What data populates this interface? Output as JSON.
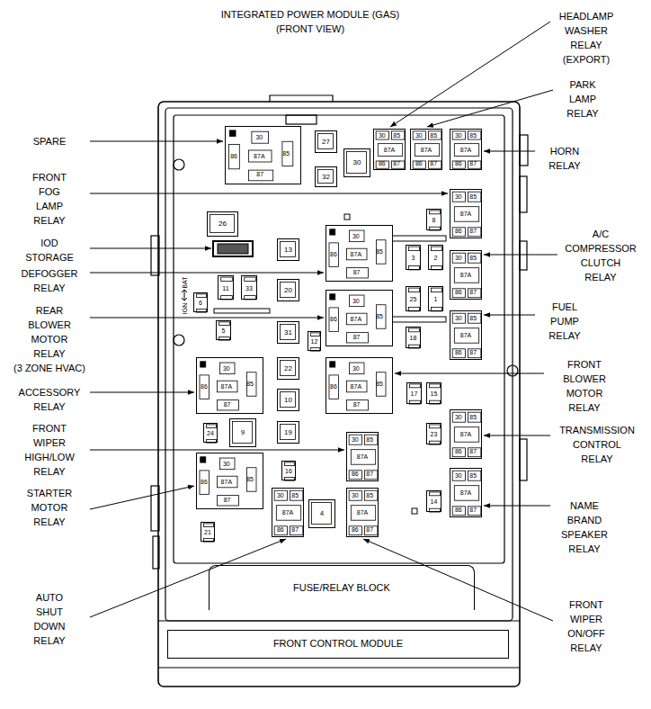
{
  "diagram": {
    "title": "INTEGRATED POWER MODULE (GAS) (FRONT VIEW)",
    "nodes": [
      {
        "text": [
          "30",
          "86",
          "87A",
          "85",
          "87"
        ]
      },
      {
        "text": [
          "27"
        ]
      },
      {
        "text": [
          "30"
        ]
      },
      {
        "text": [
          "30",
          "85",
          "87A",
          "86",
          "87"
        ]
      },
      {
        "text": [
          "30",
          "85",
          "87A",
          "86",
          "87"
        ]
      },
      {
        "text": [
          "30",
          "85",
          "87A",
          "86",
          "87"
        ]
      },
      {
        "text": [
          "32"
        ]
      },
      {
        "text": [
          "30",
          "85",
          "87A",
          "86",
          "87"
        ]
      },
      {
        "text": [
          "26"
        ]
      },
      {
        "text": [
          "8"
        ]
      },
      {
        "text": [
          "30",
          "86",
          "87A",
          "85",
          "87"
        ]
      },
      {
        "text": [
          "13"
        ]
      },
      {
        "text": [
          "3"
        ]
      },
      {
        "text": [
          "2"
        ]
      },
      {
        "text": [
          "30",
          "85",
          "87A",
          "86",
          "87"
        ]
      },
      {
        "text": [
          "11"
        ]
      },
      {
        "text": [
          "33"
        ]
      },
      {
        "text": [
          "20"
        ]
      },
      {
        "text": [
          "25"
        ]
      },
      {
        "text": [
          "1"
        ]
      },
      {
        "text": [
          "30",
          "86",
          "87A",
          "85",
          "87"
        ]
      },
      {
        "text": [
          "6"
        ]
      },
      {
        "text": [
          "30",
          "85",
          "87A",
          "86",
          "87"
        ]
      },
      {
        "text": [
          "5"
        ]
      },
      {
        "text": [
          "31"
        ]
      },
      {
        "text": [
          "18"
        ]
      },
      {
        "text": [
          "12"
        ]
      },
      {
        "text": [
          "30",
          "86",
          "87A",
          "85",
          "87"
        ]
      },
      {
        "text": [
          "22"
        ]
      },
      {
        "text": [
          "30",
          "86",
          "87A",
          "85",
          "87"
        ]
      },
      {
        "text": [
          "17"
        ]
      },
      {
        "text": [
          "15"
        ]
      },
      {
        "text": [
          "10"
        ]
      },
      {
        "text": [
          "30",
          "85",
          "87A",
          "86",
          "87"
        ]
      },
      {
        "text": [
          "24"
        ]
      },
      {
        "text": [
          "9"
        ]
      },
      {
        "text": [
          "19"
        ]
      },
      {
        "text": [
          "23"
        ]
      },
      {
        "text": [
          "30",
          "85",
          "87A",
          "86",
          "87"
        ]
      },
      {
        "text": [
          "30",
          "86",
          "87A",
          "85",
          "87"
        ]
      },
      {
        "text": [
          "16"
        ]
      },
      {
        "text": [
          "30",
          "85",
          "87A",
          "86",
          "87"
        ]
      },
      {
        "text": [
          "30",
          "85",
          "87A",
          "86",
          "87"
        ]
      },
      {
        "text": [
          "30",
          "85",
          "87A",
          "86",
          "87"
        ]
      },
      {
        "text": [
          "14"
        ]
      },
      {
        "text": [
          "4"
        ]
      },
      {
        "text": [
          "21"
        ]
      },
      {
        "text": [
          "FUSE/RELAY BLOCK"
        ]
      },
      {
        "text": [
          "FRONT CONTROL MODULE"
        ]
      }
    ],
    "labels": [
      "HEADLAMP WASHER RELAY (EXPORT)",
      "PARK LAMP RELAY",
      "SPARE",
      "HORN RELAY",
      "FRONT FOG LAMP RELAY",
      "IOD STORAGE",
      "A/C COMPRESSOR CLUTCH RELAY",
      "DEFOGGER RELAY",
      "IGN",
      "BAT",
      "FUEL PUMP RELAY",
      "REAR BLOWER MOTOR RELAY (3 ZONE HVAC)",
      "FRONT BLOWER MOTOR RELAY",
      "ACCESSORY RELAY",
      "TRANSMISSION CONTROL RELAY",
      "FRONT WIPER HIGH/LOW RELAY",
      "STARTER MOTOR RELAY",
      "NAME BRAND SPEAKER RELAY",
      "AUTO SHUT DOWN RELAY",
      "FRONT WIPER ON/OFF RELAY"
    ]
  }
}
